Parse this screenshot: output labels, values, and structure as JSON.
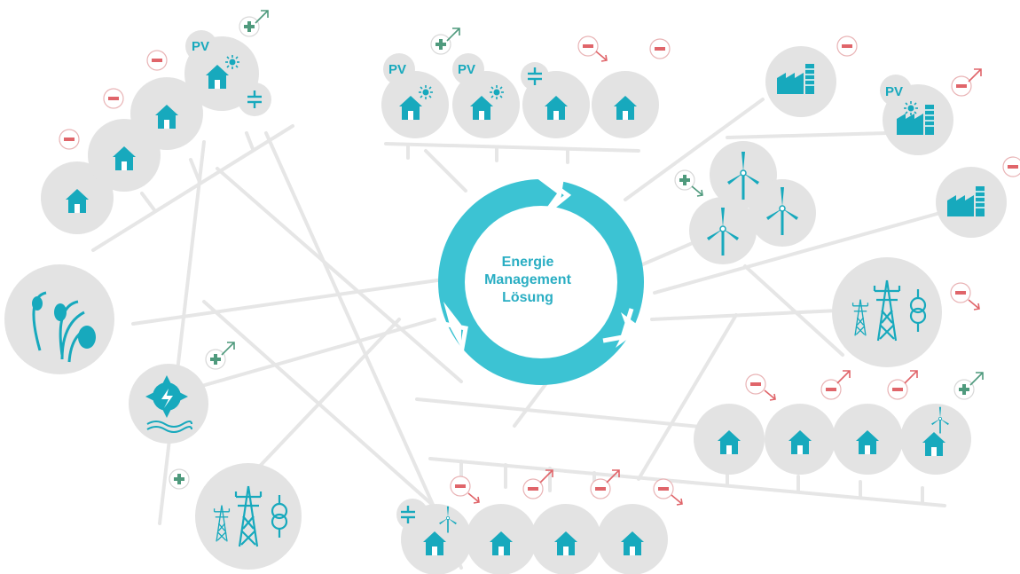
{
  "center": {
    "line1": "Energie",
    "line2": "Management",
    "line3": "Lösung"
  },
  "labels": {
    "pv": "PV"
  },
  "colors": {
    "teal": "#17a9bd",
    "teal_light": "#3cc3d3",
    "bubble": "#e3e3e3",
    "grid": "#e6e6e6",
    "minus": "#e0656a",
    "plus": "#4f9a7d",
    "white": "#ffffff"
  },
  "icons": {
    "house": "house-icon",
    "pv": "solar-house-icon",
    "battery": "battery-icon",
    "factory": "factory-icon",
    "wind": "wind-turbine-icon",
    "pylon": "power-pylon-icon",
    "transformer": "transformer-icon",
    "lamp": "street-lamp-icon",
    "hydro": "water-turbine-icon",
    "plus": "plus-badge-icon",
    "minus": "minus-badge-icon"
  }
}
